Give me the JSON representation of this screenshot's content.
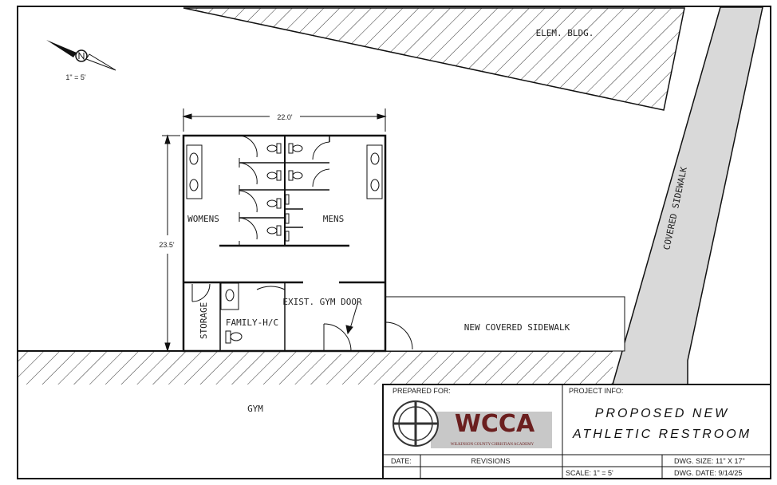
{
  "labels": {
    "elem_bldg": "ELEM. BLDG.",
    "covered_sidewalk": "COVERED SIDEWALK",
    "new_covered_sidewalk": "NEW COVERED SIDEWALK",
    "gym": "GYM",
    "womens": "WOMENS",
    "mens": "MENS",
    "storage": "STORAGE",
    "family_hc": "FAMILY-H/C",
    "exist_gym_door": "EXIST. GYM DOOR",
    "dim_width": "22.0'",
    "dim_height": "23.5'",
    "compass_scale": "1\" = 5'"
  },
  "title_block": {
    "prepared_for": "PREPARED FOR:",
    "project_info": "PROJECT INFO:",
    "logo_text": "WCCA",
    "logo_subtitle": "WILKINSON COUNTY CHRISTIAN ACADEMY",
    "project_title_line1": "PROPOSED NEW",
    "project_title_line2": "ATHLETIC RESTROOM",
    "date_label": "DATE:",
    "revisions_label": "REVISIONS",
    "dwg_size": "DWG. SIZE:  11\" X 17\"",
    "scale": "SCALE:  1\" = 5'",
    "dwg_date": "DWG. DATE: 9/14/25"
  },
  "colors": {
    "logo": "#6b1f1f",
    "sidewalk": "#d9d9d9"
  }
}
